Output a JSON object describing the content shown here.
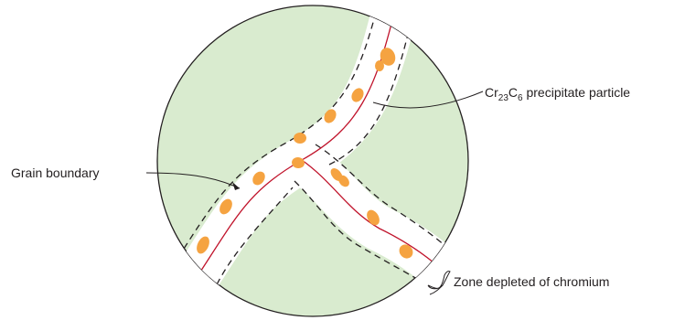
{
  "diagram": {
    "labels": {
      "precipitate": {
        "main": "Cr",
        "sub1": "23",
        "mid": "C",
        "sub2": "6",
        "tail": " precipitate particle"
      },
      "grain_boundary": "Grain boundary",
      "depleted_zone": "Zone depleted of chromium"
    },
    "colors": {
      "grain_fill": "#d9ebcf",
      "depleted_zone_fill": "#ffffff",
      "boundary_line": "#c0132b",
      "precipitate_fill": "#f5a341",
      "outline": "#231f20"
    },
    "precipitate_count": 13
  }
}
